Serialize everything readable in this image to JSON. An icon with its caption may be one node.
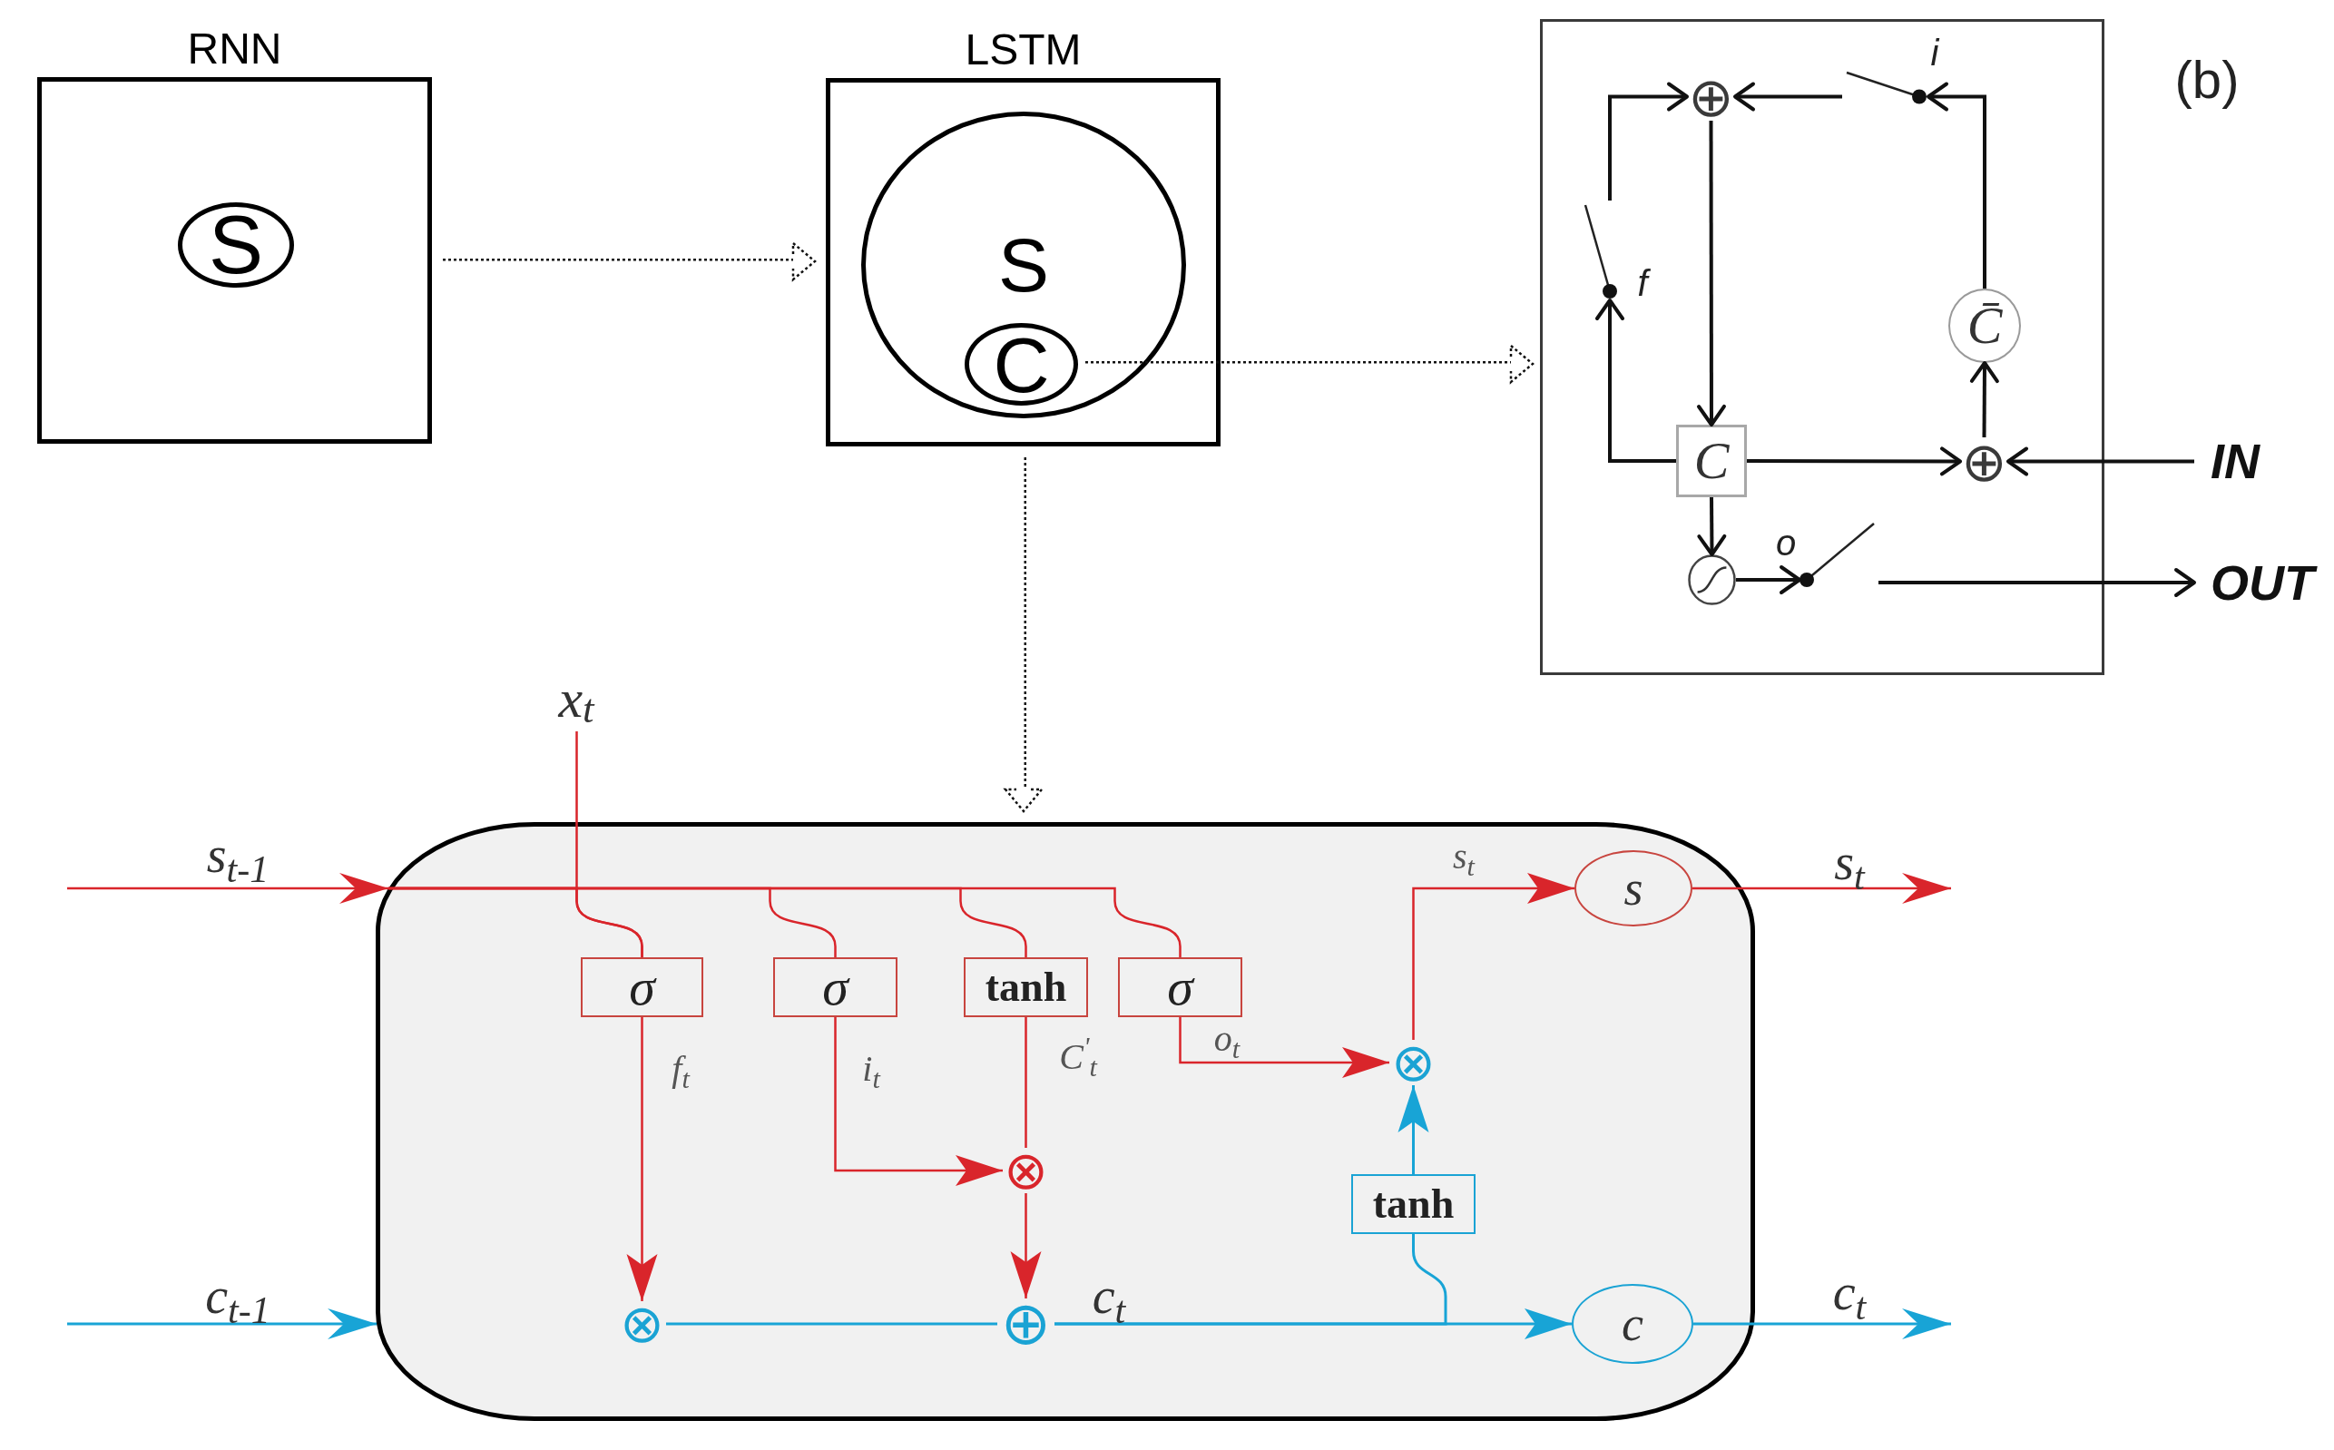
{
  "diagram": {
    "nodes": [
      {
        "text": [
          "RNN"
        ]
      },
      {
        "text": [
          "S"
        ],
        "in": 0
      },
      {
        "text": [
          "LSTM"
        ]
      },
      {
        "text": [
          "S"
        ],
        "in": 2
      },
      {
        "text": [
          "C"
        ],
        "in": 3
      },
      {
        "text": [],
        "shape": "box",
        "beside": [
          "(b)"
        ]
      },
      {
        "text": [
          "⊕"
        ],
        "in": 5
      },
      {
        "text": [],
        "shape": "switch",
        "beside": [
          "i"
        ],
        "in": 5
      },
      {
        "text": [],
        "shape": "switch",
        "beside": [
          "f"
        ],
        "in": 5
      },
      {
        "text": [
          "C̄"
        ],
        "in": 5
      },
      {
        "text": [
          "C"
        ],
        "in": 5
      },
      {
        "text": [
          "⊕"
        ],
        "in": 5
      },
      {
        "text": [
          "IN"
        ]
      },
      {
        "text": [],
        "shape": "circle",
        "in": 5
      },
      {
        "text": [],
        "shape": "switch",
        "beside": [
          "o"
        ],
        "in": 5
      },
      {
        "text": [
          "OUT"
        ]
      },
      {
        "text": [
          "x$_{t}$"
        ]
      },
      {
        "text": [],
        "shape": "box"
      },
      {
        "text": [
          "σ"
        ],
        "in": 17
      },
      {
        "text": [
          "σ"
        ],
        "in": 17
      },
      {
        "text": [
          "tanh"
        ],
        "in": 17
      },
      {
        "text": [
          "σ"
        ],
        "in": 17
      },
      {
        "text": [
          "s"
        ],
        "in": 17
      },
      {
        "text": [
          "⊗"
        ],
        "in": 17
      },
      {
        "text": [
          "⊗"
        ],
        "in": 17
      },
      {
        "text": [
          "tanh"
        ],
        "in": 17
      },
      {
        "text": [
          "⊗"
        ],
        "in": 17
      },
      {
        "text": [
          "⊕"
        ],
        "in": 17
      },
      {
        "text": [
          "c"
        ],
        "in": 17
      }
    ],
    "edges": [
      {
        "from": 0,
        "to": 2,
        "arrow": "to",
        "style": "dashed"
      },
      {
        "from": 4,
        "to": 5,
        "arrow": "to",
        "style": "dashed"
      },
      {
        "from": 2,
        "to": 17,
        "arrow": "to",
        "style": "dashed"
      },
      {
        "from": 8,
        "to": 6,
        "arrow": "to",
        "color": "#111111"
      },
      {
        "from": 7,
        "to": 6,
        "arrow": "to",
        "color": "#111111"
      },
      {
        "from": 9,
        "to": 7,
        "arrow": "to",
        "color": "#111111"
      },
      {
        "from": 11,
        "to": 9,
        "arrow": "to",
        "color": "#111111"
      },
      {
        "from": 6,
        "to": 10,
        "arrow": "to",
        "color": "#111111"
      },
      {
        "from": 10,
        "to": 11,
        "arrow": "to",
        "color": "#111111"
      },
      {
        "from": 10,
        "to": 8,
        "arrow": "to",
        "color": "#111111"
      },
      {
        "from": 12,
        "to": 11,
        "arrow": "to",
        "color": "#111111"
      },
      {
        "from": 10,
        "to": 13,
        "arrow": "to",
        "color": "#111111"
      },
      {
        "from": 13,
        "to": 14,
        "arrow": "to",
        "color": "#111111"
      },
      {
        "from": 14,
        "to": 15,
        "arrow": "to",
        "color": "#111111"
      },
      {
        "from": null,
        "to": 17,
        "arrow": "to",
        "label": "s$_{t-1}$",
        "color": "#d9252b"
      },
      {
        "from": null,
        "to": 17,
        "arrow": "to",
        "label": "c$_{t-1}$",
        "color": "#18a4d6"
      },
      {
        "from": 17,
        "to": 18,
        "arrow": "none",
        "color": "#d9252b"
      },
      {
        "from": 17,
        "to": 19,
        "arrow": "none",
        "color": "#d9252b"
      },
      {
        "from": 17,
        "to": 20,
        "arrow": "none",
        "color": "#d9252b"
      },
      {
        "from": 17,
        "to": 21,
        "arrow": "none",
        "color": "#d9252b"
      },
      {
        "from": 16,
        "to": 18,
        "arrow": "none",
        "color": "#d9252b"
      },
      {
        "from": 18,
        "to": 26,
        "arrow": "to",
        "label": "f$_{t}$",
        "color": "#d9252b"
      },
      {
        "from": 19,
        "to": 24,
        "arrow": "to",
        "label": "i$_{t}$",
        "color": "#d9252b"
      },
      {
        "from": 20,
        "to": 24,
        "arrow": "none",
        "label": "C$^{'}$$_{t}$",
        "color": "#d9252b"
      },
      {
        "from": 24,
        "to": 27,
        "arrow": "to",
        "color": "#d9252b"
      },
      {
        "from": 26,
        "to": 27,
        "arrow": "none",
        "color": "#18a4d6"
      },
      {
        "from": 27,
        "to": 28,
        "arrow": "to",
        "label": "c$_{t}$",
        "color": "#18a4d6"
      },
      {
        "from": 27,
        "to": 25,
        "arrow": "none",
        "color": "#18a4d6"
      },
      {
        "from": 25,
        "to": 23,
        "arrow": "to",
        "color": "#18a4d6"
      },
      {
        "from": 21,
        "to": 23,
        "arrow": "to",
        "label": "o$_{t}$",
        "color": "#d9252b"
      },
      {
        "from": 23,
        "to": 22,
        "arrow": "to",
        "label": "s$_{t}$",
        "color": "#d9252b"
      },
      {
        "from": 22,
        "to": null,
        "arrow": "to",
        "label": "s$_{t}$",
        "color": "#d9252b"
      },
      {
        "from": 28,
        "to": null,
        "arrow": "to",
        "label": "c$_{t}$",
        "color": "#18a4d6"
      }
    ]
  }
}
